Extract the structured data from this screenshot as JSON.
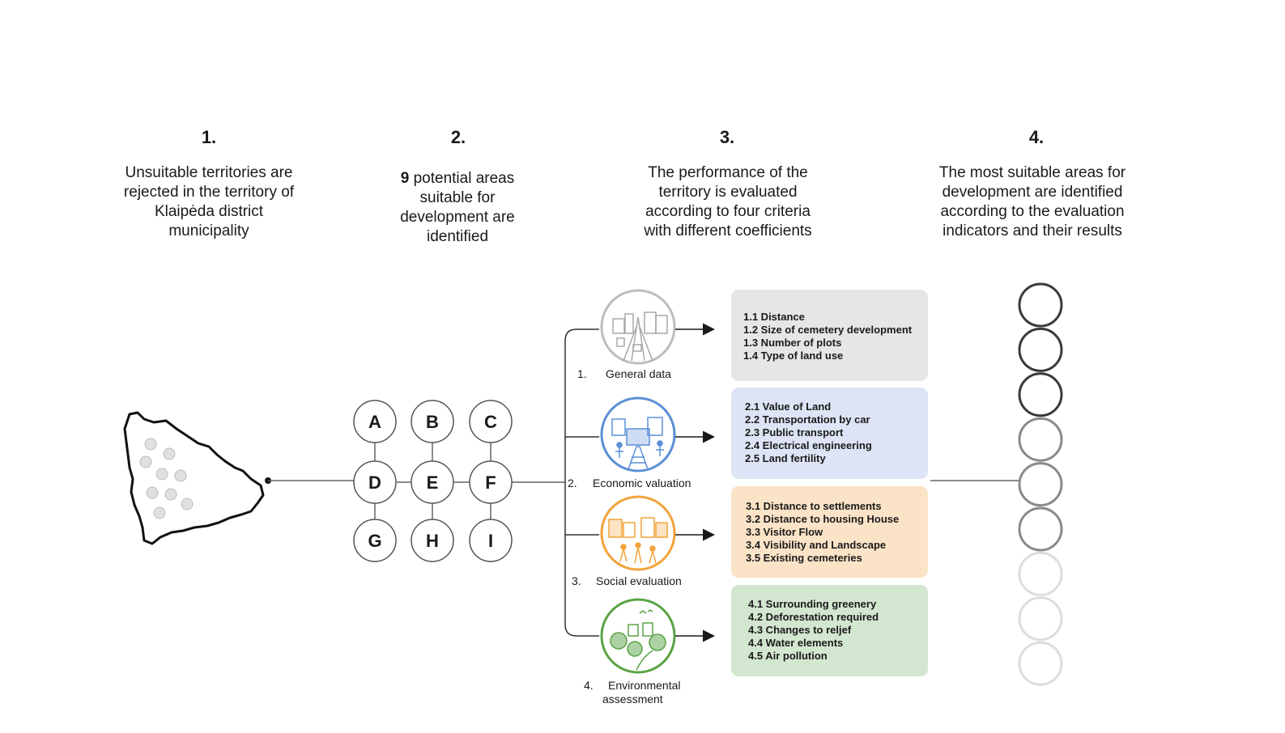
{
  "steps": [
    {
      "number": "1.",
      "description": "Unsuitable territories are rejected in the territory of Klaipėda district municipality"
    },
    {
      "number": "2.",
      "count": "9",
      "description": " potential areas suitable for development are identified"
    },
    {
      "number": "3.",
      "description": "The performance of the territory is evaluated according to four criteria with different coefficients"
    },
    {
      "number": "4.",
      "description": "The most suitable areas for development are identified according to the evaluation indicators and their results"
    }
  ],
  "areas": [
    "A",
    "B",
    "C",
    "D",
    "E",
    "F",
    "G",
    "H",
    "I"
  ],
  "criteria": [
    {
      "index": "1.",
      "name": "General data",
      "color": "#a8a8a8",
      "box_color": "#e6e6e6",
      "items": [
        "1.1 Distance",
        "1.2 Size of cemetery development",
        "1.3 Number of plots",
        "1.4 Type of land use"
      ]
    },
    {
      "index": "2.",
      "name": "Economic valuation",
      "color": "#5b8fd6",
      "box_color": "#dde4f5",
      "items": [
        "2.1 Value of Land",
        "2.2 Transportation by car",
        "2.3 Public transport",
        "2.4 Electrical engineering",
        "2.5 Land fertility"
      ]
    },
    {
      "index": "3.",
      "name": "Social evaluation",
      "color": "#f2a33a",
      "box_color": "#fbe3c7",
      "items": [
        "3.1 Distance to settlements",
        "3.2 Distance to housing House",
        "3.3 Visitor Flow",
        "3.4 Visibility and Landscape",
        "3.5 Existing cemeteries"
      ]
    },
    {
      "index": "4.",
      "name_lines": [
        "Environmental",
        "assessment"
      ],
      "color": "#5aa346",
      "box_color": "#d3e6cf",
      "items": [
        "4.1 Surrounding greenery",
        "4.2 Deforestation required",
        "4.3 Changes to reljef",
        "4.4 Water elements",
        "4.5 Air pollution"
      ]
    }
  ],
  "result_circles": [
    {
      "shade": "#3a3a3a"
    },
    {
      "shade": "#3a3a3a"
    },
    {
      "shade": "#3a3a3a"
    },
    {
      "shade": "#8a8a8a"
    },
    {
      "shade": "#8a8a8a"
    },
    {
      "shade": "#8a8a8a"
    },
    {
      "shade": "#dddddd"
    },
    {
      "shade": "#dddddd"
    },
    {
      "shade": "#dddddd"
    }
  ]
}
